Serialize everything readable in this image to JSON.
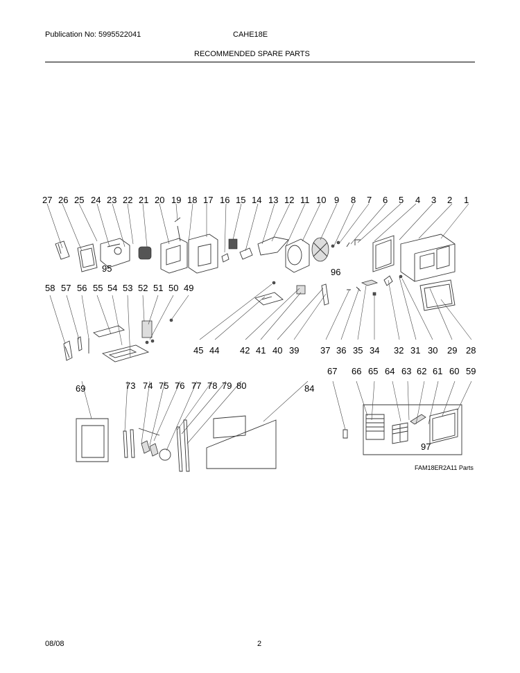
{
  "header": {
    "publication": "Publication No: 5995522041",
    "model": "CAHE18E",
    "section_title": "RECOMMENDED SPARE PARTS"
  },
  "diagram": {
    "reference": "FAM18ER2A11 Parts",
    "row1_labels": [
      "27",
      "26",
      "25",
      "24",
      "23",
      "22",
      "21",
      "20",
      "19",
      "18",
      "17",
      "16",
      "15",
      "14",
      "13",
      "12",
      "11",
      "10",
      "9",
      "8",
      "7",
      "6",
      "5",
      "4",
      "3",
      "2",
      "1"
    ],
    "row1_inline": [
      "95",
      "96"
    ],
    "row2_top_labels": [
      "58",
      "57",
      "56",
      "55",
      "54",
      "53",
      "52",
      "51",
      "50",
      "49"
    ],
    "row2_bottom_labels": [
      "45",
      "44",
      "42",
      "41",
      "40",
      "39",
      "37",
      "36",
      "35",
      "34",
      "32",
      "31",
      "30",
      "29",
      "28"
    ],
    "row3_labels": [
      "69",
      "73",
      "74",
      "75",
      "76",
      "77",
      "78",
      "79",
      "80",
      "84",
      "67",
      "66",
      "65",
      "64",
      "63",
      "62",
      "61",
      "60",
      "59"
    ],
    "row3_inline": [
      "97"
    ]
  },
  "footer": {
    "date": "08/08",
    "page": "2"
  }
}
